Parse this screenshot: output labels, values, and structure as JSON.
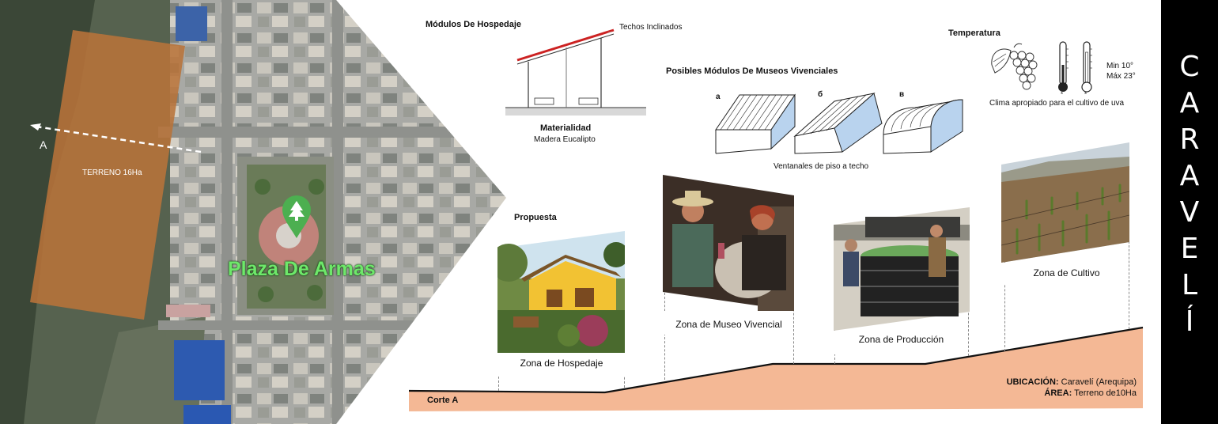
{
  "map": {
    "site_label": "TERRENO 16Ha",
    "plaza_label": "Plaza De Armas",
    "section_marker": "A",
    "colors": {
      "terrain": "#b8733a",
      "map_dark": "#4b5a48",
      "road": "#8c8f8e",
      "pin": "#4caf50"
    }
  },
  "hospedaje": {
    "title": "Módulos De Hospedaje",
    "roof_note": "Techos Inclinados",
    "material_title": "Materialidad",
    "material_value": "Madera Eucalipto"
  },
  "museos": {
    "title": "Posibles Módulos De Museos Vivenciales",
    "variants": [
      "a",
      "б",
      "в"
    ],
    "caption": "Ventanales de piso a techo"
  },
  "temperatura": {
    "title": "Temperatura",
    "min": "Min 10°",
    "max": "Máx 23°",
    "caption": "Clima apropiado para el cultivo de uva"
  },
  "propuesta": {
    "title": "Propuesta",
    "zones": [
      {
        "label": "Zona de Hospedaje"
      },
      {
        "label": "Zona de Museo Vivencial"
      },
      {
        "label": "Zona de Producción"
      },
      {
        "label": "Zona de Cultivo"
      }
    ]
  },
  "corte": {
    "label": "Corte A"
  },
  "ubicacion": {
    "label": "UBICACIÓN:",
    "value": " Caravelí (Arequipa)",
    "area_label": "ÁREA:",
    "area_value": " Terreno de10Ha"
  },
  "sidebar": {
    "title_letters": [
      "C",
      "A",
      "R",
      "A",
      "V",
      "E",
      "L",
      "Í"
    ]
  },
  "colors": {
    "ground": "#f4b895",
    "sidebar_bg": "#000000",
    "roof_red": "#cc2222",
    "window_blue": "#b9d3ee"
  }
}
